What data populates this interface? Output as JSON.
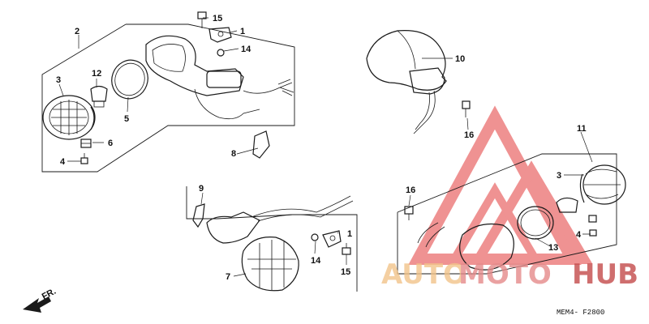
{
  "diagram": {
    "callouts": {
      "upper_left_assembly": "2",
      "lens_ul": "3",
      "bulb_ul": "12",
      "ring_ul": "5",
      "socket_nut_ul": "6",
      "screw_ul": "4",
      "bolt_top": "15",
      "clamp_top": "1",
      "washer_top": "14",
      "bracket_ul": "8",
      "upper_right_unit": "10",
      "screw_ur": "16",
      "lower_right_assembly": "11",
      "lens_lr": "3",
      "screw_lr": "16",
      "ring_lr": "13",
      "nut_lr": "4",
      "bracket_lower": "9",
      "clamp_lower": "1",
      "washer_lower": "14",
      "bolt_lower": "15",
      "lower_unit": "7"
    },
    "direction_label": "FR.",
    "footer_code": "MEM4- F2800"
  },
  "watermark": {
    "text_auto": "AUTO",
    "text_moto": "MOTO",
    "text_hub": "HUB",
    "colors": {
      "auto": "#f2c48a",
      "moto": "#e58a8a",
      "hub": "#c44a4a",
      "logo": "#e23a3a"
    }
  }
}
